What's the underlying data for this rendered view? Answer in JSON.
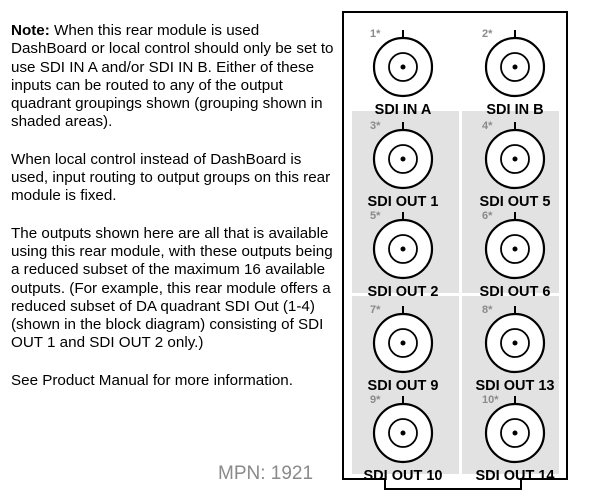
{
  "notes": {
    "lead": "Note:",
    "p1": " When this rear module is used DashBoard or local control should only be set to use SDI IN A and/or SDI IN B. Either of these inputs can be routed to any of the output quadrant groupings shown (grouping shown in shaded areas).",
    "p2": "When local control instead of DashBoard is used, input routing to output groups on this rear module is fixed.",
    "p3": "The outputs shown here are all that is available using this rear module, with these outputs being a reduced subset of the maximum 16 available outputs. (For example, this rear module offers a reduced subset of DA quadrant SDI Out (1-4) (shown in the block diagram) consisting of SDI OUT 1 and SDI OUT 2 only.)",
    "p4": "See Product Manual for more information."
  },
  "mpn": "MPN: 1921",
  "colors": {
    "shade": "#e2e2e2",
    "ref_number": "#8a8a8a"
  },
  "ports": [
    {
      "num": "1*",
      "label": "SDI IN A"
    },
    {
      "num": "2*",
      "label": "SDI IN B"
    },
    {
      "num": "3*",
      "label": "SDI OUT 1"
    },
    {
      "num": "4*",
      "label": "SDI OUT 5"
    },
    {
      "num": "5*",
      "label": "SDI OUT 2"
    },
    {
      "num": "6*",
      "label": "SDI OUT 6"
    },
    {
      "num": "7*",
      "label": "SDI OUT 9"
    },
    {
      "num": "8*",
      "label": "SDI OUT 13"
    },
    {
      "num": "9*",
      "label": "SDI OUT 10"
    },
    {
      "num": "10*",
      "label": "SDI OUT 14"
    }
  ]
}
